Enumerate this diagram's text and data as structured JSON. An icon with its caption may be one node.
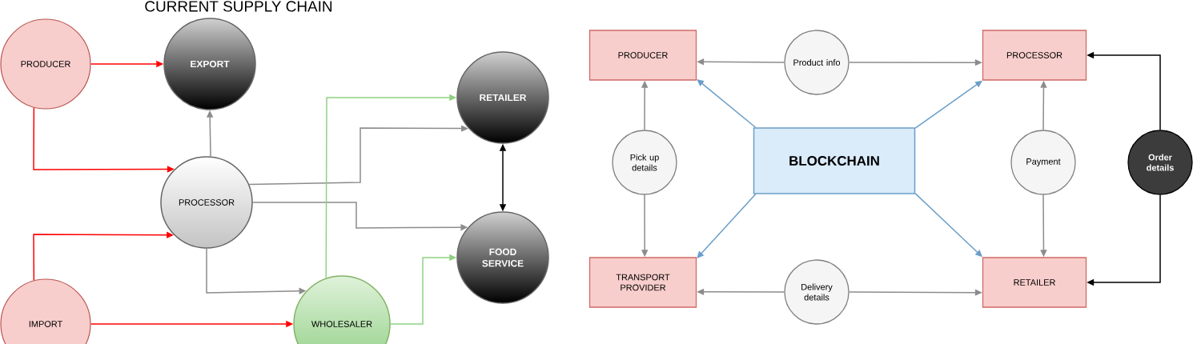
{
  "diagram": {
    "title": "CURRENT SUPPLY CHAIN",
    "nodes": [
      {
        "text": [
          "PRODUCER"
        ]
      },
      {
        "text": [
          "EXPORT"
        ]
      },
      {
        "text": [
          "RETAILER"
        ]
      },
      {
        "text": [
          "PROCESSOR"
        ]
      },
      {
        "text": [
          "FOOD SERVICE"
        ]
      },
      {
        "text": [
          "IMPORT"
        ]
      },
      {
        "text": [
          "WHOLESALER"
        ]
      },
      {
        "text": [
          "PRODUCER"
        ]
      },
      {
        "text": [
          "Product info"
        ]
      },
      {
        "text": [
          "PROCESSOR"
        ]
      },
      {
        "text": [
          "Pick up details"
        ]
      },
      {
        "text": [
          "BLOCKCHAIN"
        ]
      },
      {
        "text": [
          "Payment"
        ]
      },
      {
        "text": [
          "Order details"
        ]
      },
      {
        "text": [
          "TRANSPORT PROVIDER"
        ]
      },
      {
        "text": [
          "Delivery details"
        ]
      },
      {
        "text": [
          "RETAILER"
        ]
      }
    ],
    "edges": [
      {
        "from": 0,
        "to": 1,
        "arrow": "to",
        "color": "#ff0000"
      },
      {
        "from": 0,
        "to": 3,
        "arrow": "to",
        "color": "#ff0000"
      },
      {
        "from": 5,
        "to": 3,
        "arrow": "to",
        "color": "#ff0000"
      },
      {
        "from": 5,
        "to": 6,
        "arrow": "to",
        "color": "#ff0000"
      },
      {
        "from": 3,
        "to": 1,
        "arrow": "to"
      },
      {
        "from": 3,
        "to": 2,
        "arrow": "to"
      },
      {
        "from": 3,
        "to": 4,
        "arrow": "to"
      },
      {
        "from": 3,
        "to": 6,
        "arrow": "to"
      },
      {
        "from": 6,
        "to": 2,
        "arrow": "to",
        "color": "#8fd184"
      },
      {
        "from": 6,
        "to": 4,
        "arrow": "to",
        "color": "#8fd184"
      },
      {
        "from": 2,
        "to": 4,
        "arrow": "both",
        "color": "#000000"
      },
      {
        "from": 8,
        "to": 7,
        "arrow": "to"
      },
      {
        "from": 8,
        "to": 9,
        "arrow": "to"
      },
      {
        "from": 10,
        "to": 7,
        "arrow": "to"
      },
      {
        "from": 10,
        "to": 14,
        "arrow": "to"
      },
      {
        "from": 12,
        "to": 9,
        "arrow": "to"
      },
      {
        "from": 12,
        "to": 16,
        "arrow": "to"
      },
      {
        "from": 15,
        "to": 14,
        "arrow": "to"
      },
      {
        "from": 15,
        "to": 16,
        "arrow": "to"
      },
      {
        "from": 11,
        "to": 7,
        "arrow": "to",
        "color": "#6a9ec8"
      },
      {
        "from": 11,
        "to": 9,
        "arrow": "to",
        "color": "#6a9ec8"
      },
      {
        "from": 11,
        "to": 14,
        "arrow": "to",
        "color": "#6a9ec8"
      },
      {
        "from": 11,
        "to": 16,
        "arrow": "to",
        "color": "#6a9ec8"
      },
      {
        "from": 13,
        "to": 9,
        "arrow": "to",
        "color": "#000000"
      },
      {
        "from": 13,
        "to": 16,
        "arrow": "to",
        "color": "#000000"
      }
    ]
  }
}
